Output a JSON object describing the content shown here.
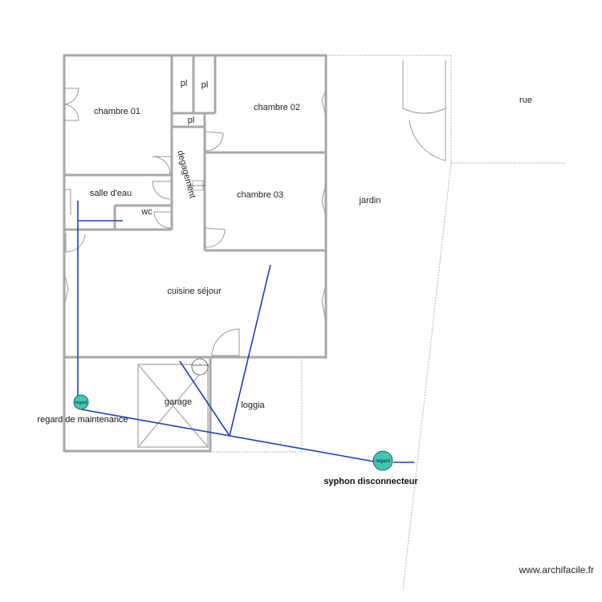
{
  "rooms": {
    "chambre_01": "chambre 01",
    "chambre_02": "chambre 02",
    "chambre_03": "chambre 03",
    "pl_1": "pl",
    "pl_2": "pl",
    "pl_3": "pl",
    "degagement": "degagement",
    "salle_d_eau": "salle d'eau",
    "wc": "wc",
    "cuisine_sejour": "cuisine séjour",
    "garage": "garage",
    "loggia": "loggia",
    "jardin": "jardin",
    "rue": "rue"
  },
  "equipment": {
    "chauffe_eau": "Chauffe eau",
    "small_unit": "tableau electrique",
    "regard_left": "regard",
    "regard_right": "regard"
  },
  "annotations": {
    "regard_maintenance": "regard de maintenance",
    "syphon": "syphon disconnecteur"
  },
  "watermark": "www.archifacile.fr",
  "colors": {
    "wall": "#a8a8a8",
    "pipe": "#1f3fbf",
    "regard_fill": "#3cc7b4"
  }
}
